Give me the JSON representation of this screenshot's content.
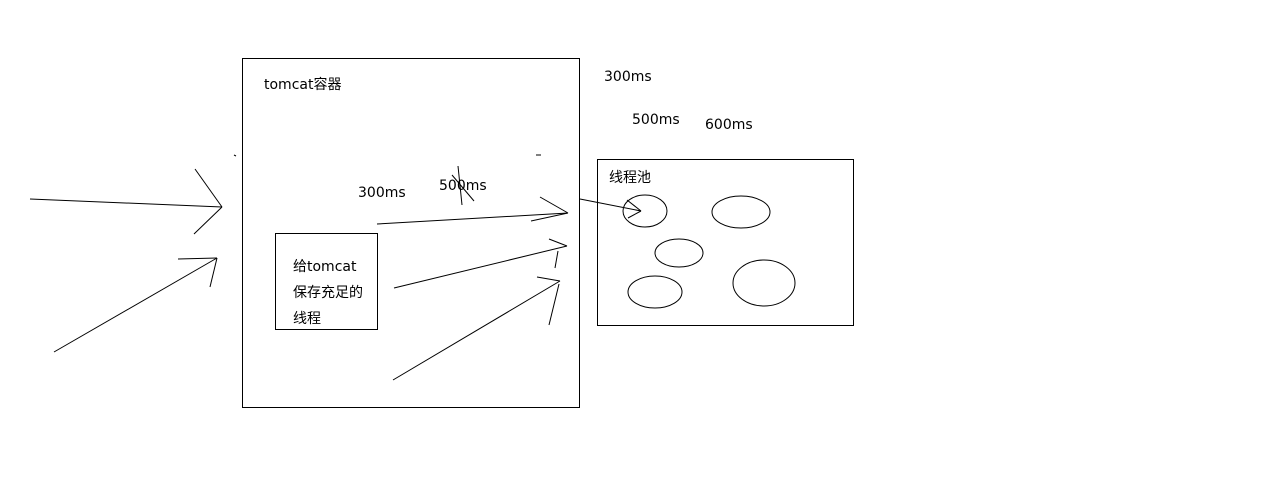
{
  "diagram": {
    "container_label": "tomcat容器",
    "pool_label": "线程池",
    "note_lines": [
      "给tomcat",
      "保存充足的",
      "线程"
    ],
    "time_labels": {
      "top_a": "300ms",
      "top_b": "500ms",
      "top_c": "600ms",
      "inner_a": "300ms",
      "inner_b": "500ms"
    },
    "stroke_color": "#000000",
    "background_color": "#ffffff"
  }
}
